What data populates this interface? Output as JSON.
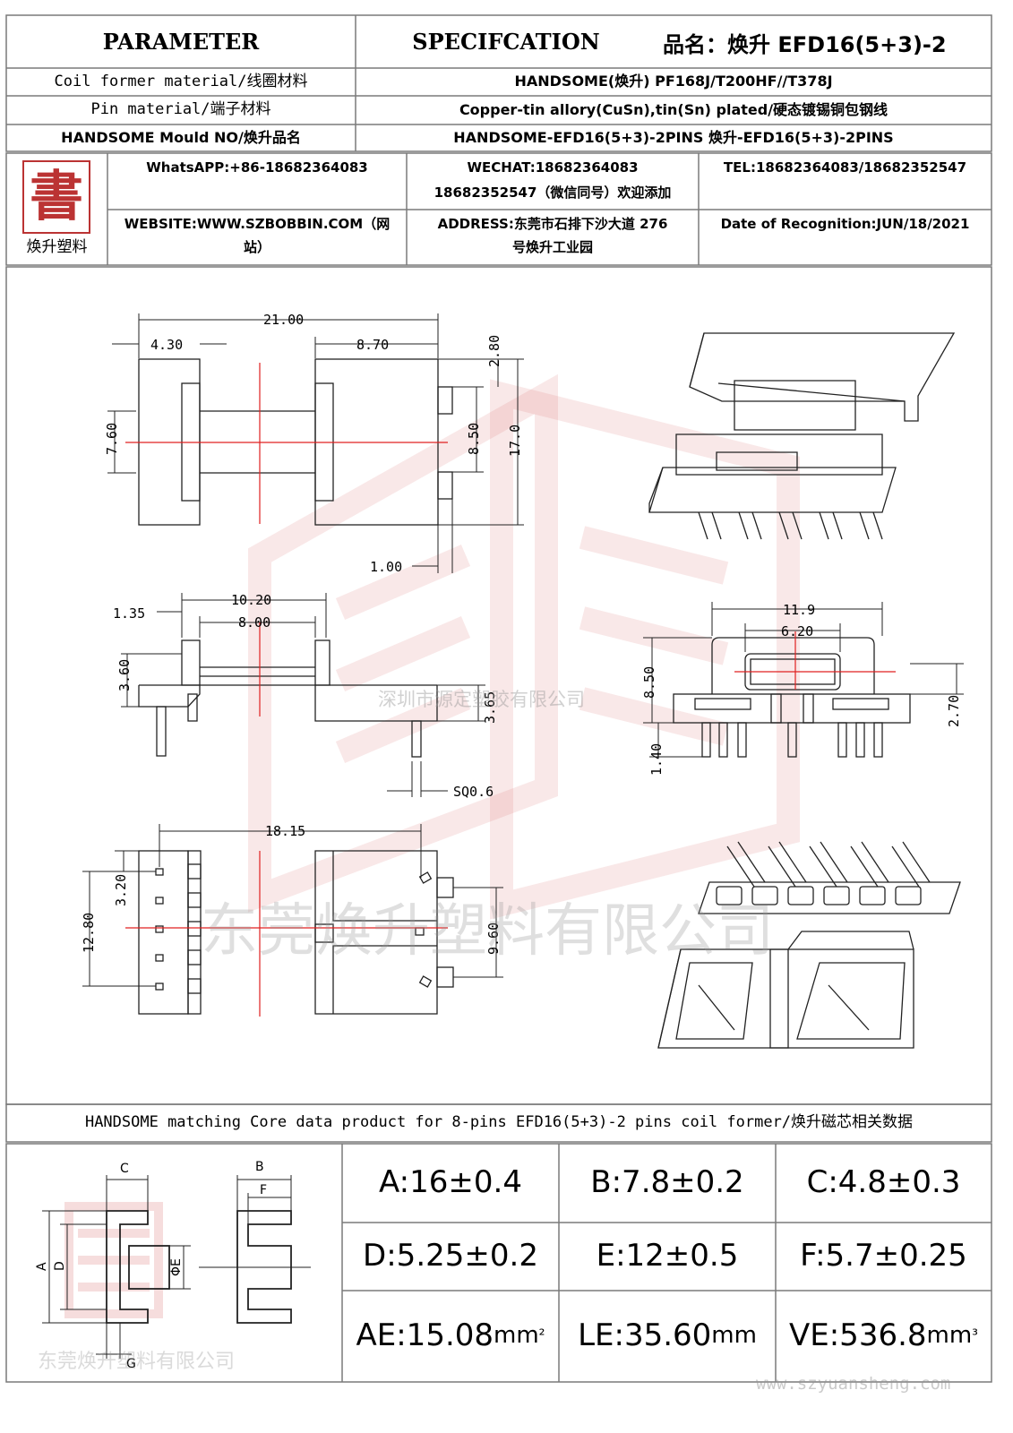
{
  "header": {
    "parameter": "PARAMETER",
    "specification": "SPECIFCATION",
    "product_name_label": "品名：",
    "product_name": "焕升 EFD16(5+3)-2"
  },
  "rows": [
    {
      "label": "Coil former material/线圈材料",
      "value": "HANDSOME(焕升)   PF168J/T200HF//T378J"
    },
    {
      "label": "Pin material/端子材料",
      "value": "Copper-tin allory(CuSn),tin(Sn) plated/硬态镀锡铜包钢线"
    },
    {
      "label": "HANDSOME Mould NO/焕升品名",
      "value": "HANDSOME-EFD16(5+3)-2PINS    焕升-EFD16(5+3)-2PINS"
    }
  ],
  "logo": {
    "caption": "焕升塑料",
    "glyph": "書"
  },
  "contact": {
    "whatsapp": "WhatsAPP:+86-18682364083",
    "wechat_line1": "WECHAT:18682364083",
    "wechat_line2": "18682352547（微信同号）欢迎添加",
    "tel": "TEL:18682364083/18682352547",
    "website_line1": "WEBSITE:WWW.SZBOBBIN.COM（网",
    "website_line2": "站）",
    "address_line1": "ADDRESS:东莞市石排下沙大道 276",
    "address_line2": "号焕升工业园",
    "date": "Date of Recognition:JUN/18/2021"
  },
  "drawing": {
    "dims": {
      "d2100": "21.00",
      "d430": "4.30",
      "d870": "8.70",
      "d280": "2.80",
      "d760": "7.60",
      "d850": "8.50",
      "d170": "17.0",
      "d100": "1.00",
      "d135": "1.35",
      "d1020": "10.20",
      "d800": "8.00",
      "d360": "3.60",
      "d365": "3.65",
      "sq": "SQ0.6",
      "d119": "11.9",
      "d620": "6.20",
      "d850b": "8.50",
      "d270": "2.70",
      "d140": "1.40",
      "d1815": "18.15",
      "d320": "3.20",
      "d1280": "12.80",
      "d960": "9.60"
    },
    "watermark_small": "深圳市源定塑胶有限公司",
    "watermark_big": "东莞焕升塑料有限公司"
  },
  "core": {
    "title": "HANDSOME matching Core data  product for 8-pins EFD16(5+3)-2 pins coil former/焕升磁芯相关数据",
    "labels": {
      "A": "A",
      "B": "B",
      "C": "C",
      "D": "D",
      "E": "ΦE",
      "F": "F",
      "G": "G"
    },
    "watermark": "东莞焕升塑料有限公司",
    "cells": [
      {
        "text": "A:16±0.4"
      },
      {
        "text": "B:7.8±0.2"
      },
      {
        "text": "C:4.8±0.3"
      },
      {
        "text": "D:5.25±0.2"
      },
      {
        "text": "E:12±0.5"
      },
      {
        "text": "F:5.7±0.25"
      }
    ],
    "ae": {
      "value": "AE:15.08",
      "unit": "mm",
      "exp": "²"
    },
    "le": {
      "value": "LE:35.60",
      "unit": "mm"
    },
    "ve": {
      "value": "VE:536.8",
      "unit": "mm",
      "exp": "³"
    }
  },
  "footer_url": "www.szyuansheng.com"
}
